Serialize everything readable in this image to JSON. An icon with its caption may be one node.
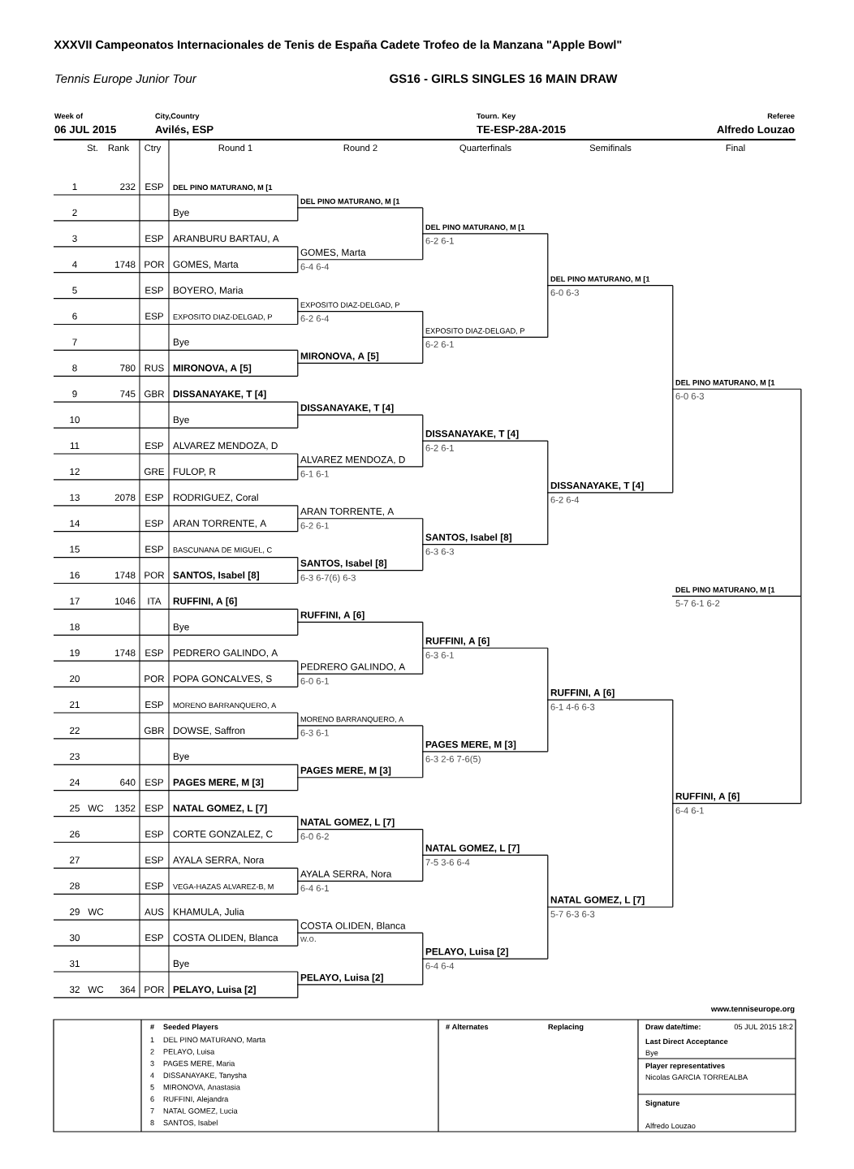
{
  "diagram": {
    "title": "XXXVII Campeonatos Internacionales de Tenis de España Cadete Trofeo de la Manzana \"Apple Bowl\"",
    "nodes": [
      {
        "text": [
          "1",
          "232",
          "ESP",
          "DEL PINO MATURANO, M [1"
        ]
      },
      {
        "text": [
          "2",
          "Bye"
        ]
      },
      {
        "text": [
          "3",
          "ESP",
          "ARANBURU BARTAU, A"
        ]
      },
      {
        "text": [
          "4",
          "1748",
          "POR",
          "GOMES, Marta"
        ]
      },
      {
        "text": [
          "5",
          "ESP",
          "BOYERO, Maria"
        ]
      },
      {
        "text": [
          "6",
          "ESP",
          "EXPOSITO DIAZ-DELGAD, P"
        ]
      },
      {
        "text": [
          "7",
          "Bye"
        ]
      },
      {
        "text": [
          "8",
          "780",
          "RUS",
          "MIRONOVA, A [5]"
        ]
      },
      {
        "text": [
          "9",
          "745",
          "GBR",
          "DISSANAYAKE, T [4]"
        ]
      },
      {
        "text": [
          "10",
          "Bye"
        ]
      },
      {
        "text": [
          "11",
          "ESP",
          "ALVAREZ MENDOZA, D"
        ]
      },
      {
        "text": [
          "12",
          "GRE",
          "FULOP, R"
        ]
      },
      {
        "text": [
          "13",
          "2078",
          "ESP",
          "RODRIGUEZ, Coral"
        ]
      },
      {
        "text": [
          "14",
          "ESP",
          "ARAN TORRENTE, A"
        ]
      },
      {
        "text": [
          "15",
          "ESP",
          "BASCUNANA DE MIGUEL, C"
        ]
      },
      {
        "text": [
          "16",
          "1748",
          "POR",
          "SANTOS, Isabel [8]"
        ]
      },
      {
        "text": [
          "17",
          "1046",
          "ITA",
          "RUFFINI, A [6]"
        ]
      },
      {
        "text": [
          "18",
          "Bye"
        ]
      },
      {
        "text": [
          "19",
          "1748",
          "ESP",
          "PEDRERO GALINDO, A"
        ]
      },
      {
        "text": [
          "20",
          "POR",
          "POPA GONCALVES, S"
        ]
      },
      {
        "text": [
          "21",
          "ESP",
          "MORENO BARRANQUERO, A"
        ]
      },
      {
        "text": [
          "22",
          "GBR",
          "DOWSE, Saffron"
        ]
      },
      {
        "text": [
          "23",
          "Bye"
        ]
      },
      {
        "text": [
          "24",
          "640",
          "ESP",
          "PAGES MERE, M [3]"
        ]
      },
      {
        "text": [
          "25",
          "WC",
          "1352",
          "ESP",
          "NATAL GOMEZ, L [7]"
        ]
      },
      {
        "text": [
          "26",
          "ESP",
          "CORTE GONZALEZ, C"
        ]
      },
      {
        "text": [
          "27",
          "ESP",
          "AYALA SERRA, Nora"
        ]
      },
      {
        "text": [
          "28",
          "ESP",
          "VEGA-HAZAS ALVAREZ-B, M"
        ]
      },
      {
        "text": [
          "29",
          "WC",
          "AUS",
          "KHAMULA, Julia"
        ]
      },
      {
        "text": [
          "30",
          "ESP",
          "COSTA OLIDEN, Blanca"
        ]
      },
      {
        "text": [
          "31",
          "Bye"
        ]
      },
      {
        "text": [
          "32",
          "WC",
          "364",
          "POR",
          "PELAYO, Luisa [2]"
        ]
      },
      {
        "text": [
          "DEL PINO MATURANO, M [1"
        ]
      },
      {
        "text": [
          "GOMES, Marta"
        ],
        "beside": [
          "6-4 6-4"
        ]
      },
      {
        "text": [
          "EXPOSITO DIAZ-DELGAD, P"
        ],
        "beside": [
          "6-2 6-4"
        ]
      },
      {
        "text": [
          "MIRONOVA, A [5]"
        ]
      },
      {
        "text": [
          "DISSANAYAKE, T [4]"
        ]
      },
      {
        "text": [
          "ALVAREZ MENDOZA, D"
        ],
        "beside": [
          "6-1 6-1"
        ]
      },
      {
        "text": [
          "ARAN TORRENTE, A"
        ],
        "beside": [
          "6-2 6-1"
        ]
      },
      {
        "text": [
          "SANTOS, Isabel [8]"
        ],
        "beside": [
          "6-3 6-7(6) 6-3"
        ]
      },
      {
        "text": [
          "RUFFINI, A [6]"
        ]
      },
      {
        "text": [
          "PEDRERO GALINDO, A"
        ],
        "beside": [
          "6-0 6-1"
        ]
      },
      {
        "text": [
          "MORENO BARRANQUERO, A"
        ],
        "beside": [
          "6-3 6-1"
        ]
      },
      {
        "text": [
          "PAGES MERE, M [3]"
        ]
      },
      {
        "text": [
          "NATAL GOMEZ, L [7]"
        ],
        "beside": [
          "6-0 6-2"
        ]
      },
      {
        "text": [
          "AYALA SERRA, Nora"
        ],
        "beside": [
          "6-4 6-1"
        ]
      },
      {
        "text": [
          "COSTA OLIDEN, Blanca"
        ],
        "beside": [
          "w.o."
        ]
      },
      {
        "text": [
          "PELAYO, Luisa [2]"
        ]
      },
      {
        "text": [
          "DEL PINO MATURANO, M [1"
        ],
        "beside": [
          "6-2 6-1"
        ]
      },
      {
        "text": [
          "EXPOSITO DIAZ-DELGAD, P"
        ],
        "beside": [
          "6-2 6-1"
        ]
      },
      {
        "text": [
          "DISSANAYAKE, T [4]"
        ],
        "beside": [
          "6-2 6-1"
        ]
      },
      {
        "text": [
          "SANTOS, Isabel [8]"
        ],
        "beside": [
          "6-3 6-3"
        ]
      },
      {
        "text": [
          "RUFFINI, A [6]"
        ],
        "beside": [
          "6-3 6-1"
        ]
      },
      {
        "text": [
          "PAGES MERE, M [3]"
        ],
        "beside": [
          "6-3 2-6 7-6(5)"
        ]
      },
      {
        "text": [
          "NATAL GOMEZ, L [7]"
        ],
        "beside": [
          "7-5 3-6 6-4"
        ]
      },
      {
        "text": [
          "PELAYO, Luisa [2]"
        ],
        "beside": [
          "6-4 6-4"
        ]
      },
      {
        "text": [
          "DEL PINO MATURANO, M [1"
        ],
        "beside": [
          "6-0 6-3"
        ]
      },
      {
        "text": [
          "DISSANAYAKE, T [4]"
        ],
        "beside": [
          "6-2 6-4"
        ]
      },
      {
        "text": [
          "RUFFINI, A [6]"
        ],
        "beside": [
          "6-1 4-6 6-3"
        ]
      },
      {
        "text": [
          "NATAL GOMEZ, L [7]"
        ],
        "beside": [
          "5-7 6-3 6-3"
        ]
      },
      {
        "text": [
          "DEL PINO MATURANO, M [1"
        ],
        "beside": [
          "6-0 6-3"
        ]
      },
      {
        "text": [
          "RUFFINI, A [6]"
        ],
        "beside": [
          "6-4 6-1"
        ]
      },
      {
        "text": [
          "DEL PINO MATURANO, M [1"
        ],
        "beside": [
          "5-7 6-1 6-2"
        ]
      }
    ],
    "edges": [
      {
        "from": 0,
        "to": 32,
        "arrow": "none"
      },
      {
        "from": 1,
        "to": 32,
        "arrow": "none"
      },
      {
        "from": 2,
        "to": 33,
        "arrow": "none"
      },
      {
        "from": 3,
        "to": 33,
        "arrow": "none"
      },
      {
        "from": 4,
        "to": 34,
        "arrow": "none"
      },
      {
        "from": 5,
        "to": 34,
        "arrow": "none"
      },
      {
        "from": 6,
        "to": 35,
        "arrow": "none"
      },
      {
        "from": 7,
        "to": 35,
        "arrow": "none"
      },
      {
        "from": 8,
        "to": 36,
        "arrow": "none"
      },
      {
        "from": 9,
        "to": 36,
        "arrow": "none"
      },
      {
        "from": 10,
        "to": 37,
        "arrow": "none"
      },
      {
        "from": 11,
        "to": 37,
        "arrow": "none"
      },
      {
        "from": 12,
        "to": 38,
        "arrow": "none"
      },
      {
        "from": 13,
        "to": 38,
        "arrow": "none"
      },
      {
        "from": 14,
        "to": 39,
        "arrow": "none"
      },
      {
        "from": 15,
        "to": 39,
        "arrow": "none"
      },
      {
        "from": 16,
        "to": 40,
        "arrow": "none"
      },
      {
        "from": 17,
        "to": 40,
        "arrow": "none"
      },
      {
        "from": 18,
        "to": 41,
        "arrow": "none"
      },
      {
        "from": 19,
        "to": 41,
        "arrow": "none"
      },
      {
        "from": 20,
        "to": 42,
        "arrow": "none"
      },
      {
        "from": 21,
        "to": 42,
        "arrow": "none"
      },
      {
        "from": 22,
        "to": 43,
        "arrow": "none"
      },
      {
        "from": 23,
        "to": 43,
        "arrow": "none"
      },
      {
        "from": 24,
        "to": 44,
        "arrow": "none"
      },
      {
        "from": 25,
        "to": 44,
        "arrow": "none"
      },
      {
        "from": 26,
        "to": 45,
        "arrow": "none"
      },
      {
        "from": 27,
        "to": 45,
        "arrow": "none"
      },
      {
        "from": 28,
        "to": 46,
        "arrow": "none"
      },
      {
        "from": 29,
        "to": 46,
        "arrow": "none"
      },
      {
        "from": 30,
        "to": 47,
        "arrow": "none"
      },
      {
        "from": 31,
        "to": 47,
        "arrow": "none"
      },
      {
        "from": 32,
        "to": 48,
        "arrow": "none"
      },
      {
        "from": 33,
        "to": 48,
        "arrow": "none"
      },
      {
        "from": 34,
        "to": 49,
        "arrow": "none"
      },
      {
        "from": 35,
        "to": 49,
        "arrow": "none"
      },
      {
        "from": 36,
        "to": 50,
        "arrow": "none"
      },
      {
        "from": 37,
        "to": 50,
        "arrow": "none"
      },
      {
        "from": 38,
        "to": 51,
        "arrow": "none"
      },
      {
        "from": 39,
        "to": 51,
        "arrow": "none"
      },
      {
        "from": 40,
        "to": 52,
        "arrow": "none"
      },
      {
        "from": 41,
        "to": 52,
        "arrow": "none"
      },
      {
        "from": 42,
        "to": 53,
        "arrow": "none"
      },
      {
        "from": 43,
        "to": 53,
        "arrow": "none"
      },
      {
        "from": 44,
        "to": 54,
        "arrow": "none"
      },
      {
        "from": 45,
        "to": 54,
        "arrow": "none"
      },
      {
        "from": 46,
        "to": 55,
        "arrow": "none"
      },
      {
        "from": 47,
        "to": 55,
        "arrow": "none"
      },
      {
        "from": 48,
        "to": 56,
        "arrow": "none"
      },
      {
        "from": 49,
        "to": 56,
        "arrow": "none"
      },
      {
        "from": 50,
        "to": 57,
        "arrow": "none"
      },
      {
        "from": 51,
        "to": 57,
        "arrow": "none"
      },
      {
        "from": 52,
        "to": 58,
        "arrow": "none"
      },
      {
        "from": 53,
        "to": 58,
        "arrow": "none"
      },
      {
        "from": 54,
        "to": 59,
        "arrow": "none"
      },
      {
        "from": 55,
        "to": 59,
        "arrow": "none"
      },
      {
        "from": 56,
        "to": 60,
        "arrow": "none"
      },
      {
        "from": 57,
        "to": 60,
        "arrow": "none"
      },
      {
        "from": 58,
        "to": 61,
        "arrow": "none"
      },
      {
        "from": 59,
        "to": 61,
        "arrow": "none"
      },
      {
        "from": 60,
        "to": 62,
        "arrow": "none"
      },
      {
        "from": 61,
        "to": 62,
        "arrow": "none"
      }
    ],
    "labels": [
      "Tennis Europe Junior Tour",
      "GS16 - GIRLS SINGLES 16 MAIN DRAW",
      "Week of",
      "06 JUL 2015",
      "City,Country",
      "Avilés, ESP",
      "Tourn. Key",
      "TE-ESP-28A-2015",
      "Referee",
      "Alfredo Louzao",
      "St.",
      "Rank",
      "Ctry",
      "Round 1",
      "Round 2",
      "Quarterfinals",
      "Semifinals",
      "Final",
      "www.tenniseurope.org",
      "#",
      "Seeded Players",
      "1",
      "DEL PINO MATURANO, Marta",
      "2",
      "PELAYO, Luisa",
      "3",
      "PAGES MERE, Maria",
      "4",
      "DISSANAYAKE, Tanysha",
      "5",
      "MIRONOVA, Anastasia",
      "6",
      "RUFFINI, Alejandra",
      "7",
      "NATAL GOMEZ, Lucia",
      "8",
      "SANTOS, Isabel",
      "# Alternates",
      "Replacing",
      "Draw date/time:",
      "05 JUL 2015 18:2",
      "Last Direct Acceptance",
      "Bye",
      "Player representatives",
      "Nicolas GARCIA TORREALBA",
      "Signature",
      "Alfredo Louzao"
    ]
  }
}
